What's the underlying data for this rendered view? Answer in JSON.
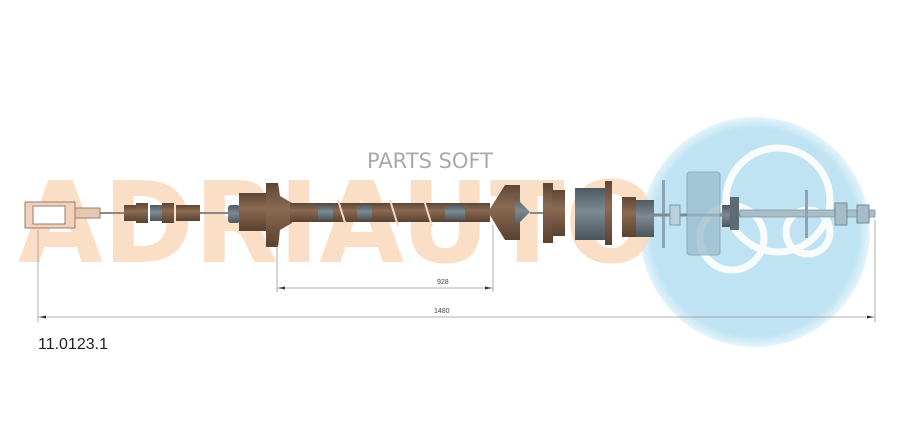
{
  "watermark": {
    "logo_text": "ADRIAUTO",
    "overlay_text": "PARTS SOFT"
  },
  "part_number": "11.0123.1",
  "dimensions": {
    "inner": "928",
    "overall": "1480"
  },
  "colors": {
    "cable_brown": "#7a5a44",
    "steel_grey": "#5d6b74",
    "watermark_orange": "#fbd9bd",
    "watermark_blue": "#bfe3f3",
    "text_grey": "#a9a9a9"
  }
}
